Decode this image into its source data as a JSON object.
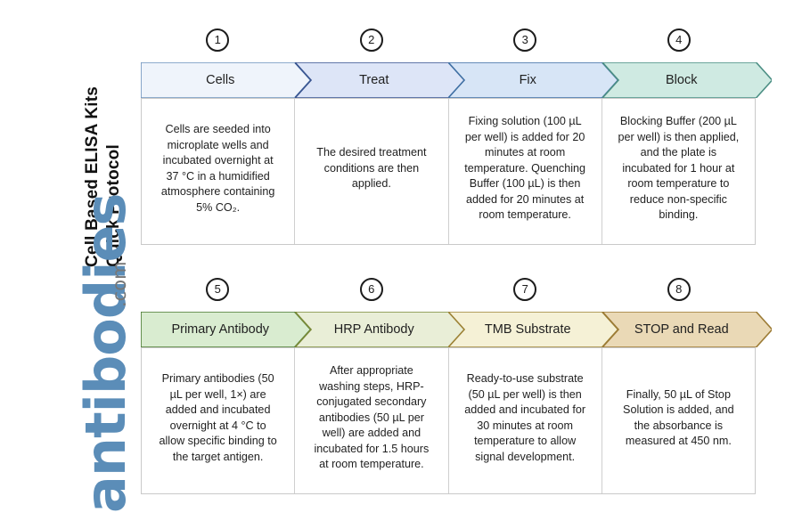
{
  "title": {
    "line1": "Cell Based ELISA Kits",
    "line2": "Quick Protocol"
  },
  "logo": {
    "word": "antibodies",
    "tld": ".com",
    "word_color": "#5b8db8",
    "tld_color": "#777777"
  },
  "rows": [
    {
      "name": "row-1",
      "steps": [
        {
          "number": "1",
          "label": "Cells",
          "fill": "#eff4fb",
          "stroke": "#6e93bd",
          "body": "Cells are seeded into microplate wells and incubated overnight at 37 °C in a humidified atmosphere containing 5% CO₂."
        },
        {
          "number": "2",
          "label": "Treat",
          "fill": "#dde5f7",
          "stroke": "#38538f",
          "body": "The desired treatment conditions are then applied."
        },
        {
          "number": "3",
          "label": "Fix",
          "fill": "#d7e5f6",
          "stroke": "#3f6fa3",
          "body": "Fixing solution (100 µL per well) is added for 20 minutes at room temperature. Quenching Buffer (100 µL) is then added for 20 minutes at room temperature."
        },
        {
          "number": "4",
          "label": "Block",
          "fill": "#cfeae2",
          "stroke": "#4c8f84",
          "body": "Blocking Buffer (200 µL per well) is then applied, and the plate is incubated for 1 hour at room temperature to reduce non-specific binding."
        }
      ]
    },
    {
      "name": "row-2",
      "steps": [
        {
          "number": "5",
          "label": "Primary Antibody",
          "fill": "#d9ecd0",
          "stroke": "#4a7a30",
          "body": "Primary antibodies (50 µL per well, 1×) are added and incubated overnight at 4 °C to allow specific binding to the target antigen."
        },
        {
          "number": "6",
          "label": "HRP Antibody",
          "fill": "#e9eed7",
          "stroke": "#7b8a38",
          "body": "After appropriate washing steps, HRP-conjugated secondary antibodies (50 µL per well) are added and incubated for 1.5 hours at room temperature."
        },
        {
          "number": "7",
          "label": "TMB Substrate",
          "fill": "#f5f1d6",
          "stroke": "#9c8235",
          "body": "Ready-to-use substrate (50 µL per well) is then added and incubated for 30 minutes at room temperature to allow signal development."
        },
        {
          "number": "8",
          "label": "STOP and Read",
          "fill": "#ead9b6",
          "stroke": "#9c7b35",
          "body": "Finally, 50 µL of Stop Solution is added, and the absorbance is measured at 450 nm."
        }
      ]
    }
  ]
}
